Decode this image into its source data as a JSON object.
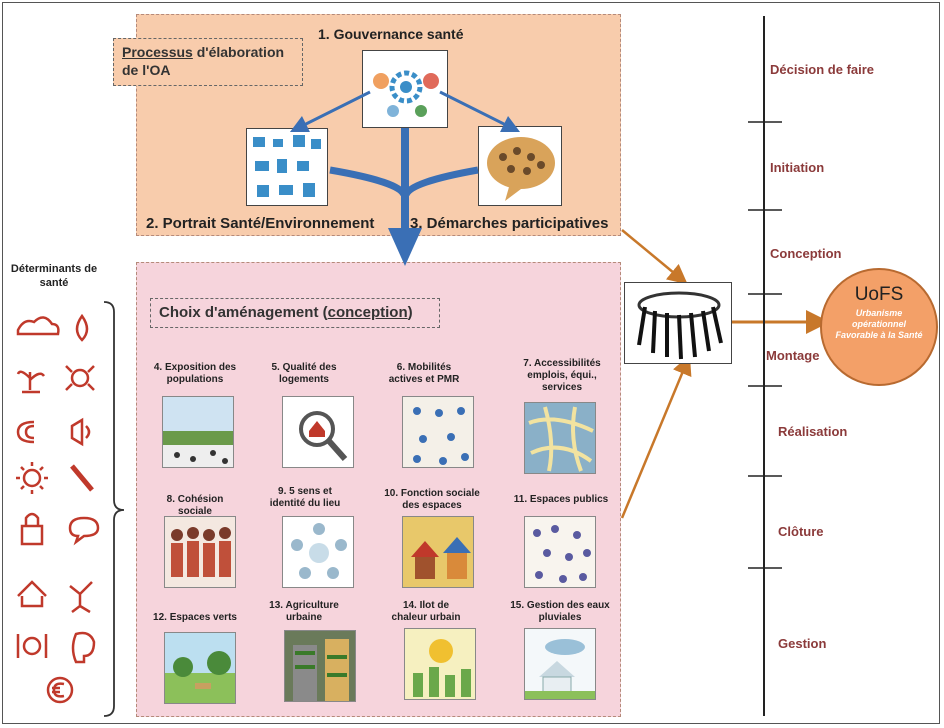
{
  "process": {
    "prefix": "Processus",
    "rest": " d'élaboration de l'OA"
  },
  "top": {
    "governance": "1. Gouvernance santé",
    "portrait": "2. Portrait Santé/Environnement",
    "participation": "3. Démarches participatives"
  },
  "choix": {
    "prefix": "Choix d'aménagement (",
    "underline": "conception",
    "suffix": ")"
  },
  "items": [
    {
      "label": "4. Exposition des populations"
    },
    {
      "label": "5. Qualité des logements"
    },
    {
      "label": "6. Mobilités actives et PMR"
    },
    {
      "label": "7. Accessibilités emplois, équi., services"
    },
    {
      "label": "8. Cohésion sociale"
    },
    {
      "label": "9. 5 sens et identité du lieu"
    },
    {
      "label": "10. Fonction sociale des espaces"
    },
    {
      "label": "11. Espaces publics"
    },
    {
      "label": "12. Espaces verts"
    },
    {
      "label": "13. Agriculture urbaine"
    },
    {
      "label": "14. Ilot de chaleur urbain"
    },
    {
      "label": "15. Gestion des eaux pluviales"
    }
  ],
  "determinants": {
    "title": "Déterminants de santé"
  },
  "phases": [
    "Décision de faire",
    "Initiation",
    "Conception",
    "Montage",
    "Réalisation",
    "Clôture",
    "Gestion"
  ],
  "uofs": {
    "title": "UoFS",
    "subtitle": "Urbanisme opérationnel Favorable à la Santé"
  },
  "colors": {
    "arrow_blue": "#3a6fb5",
    "arrow_orange": "#c8782a",
    "icon_red": "#c0392b",
    "phase_text": "#8b3a3a"
  }
}
